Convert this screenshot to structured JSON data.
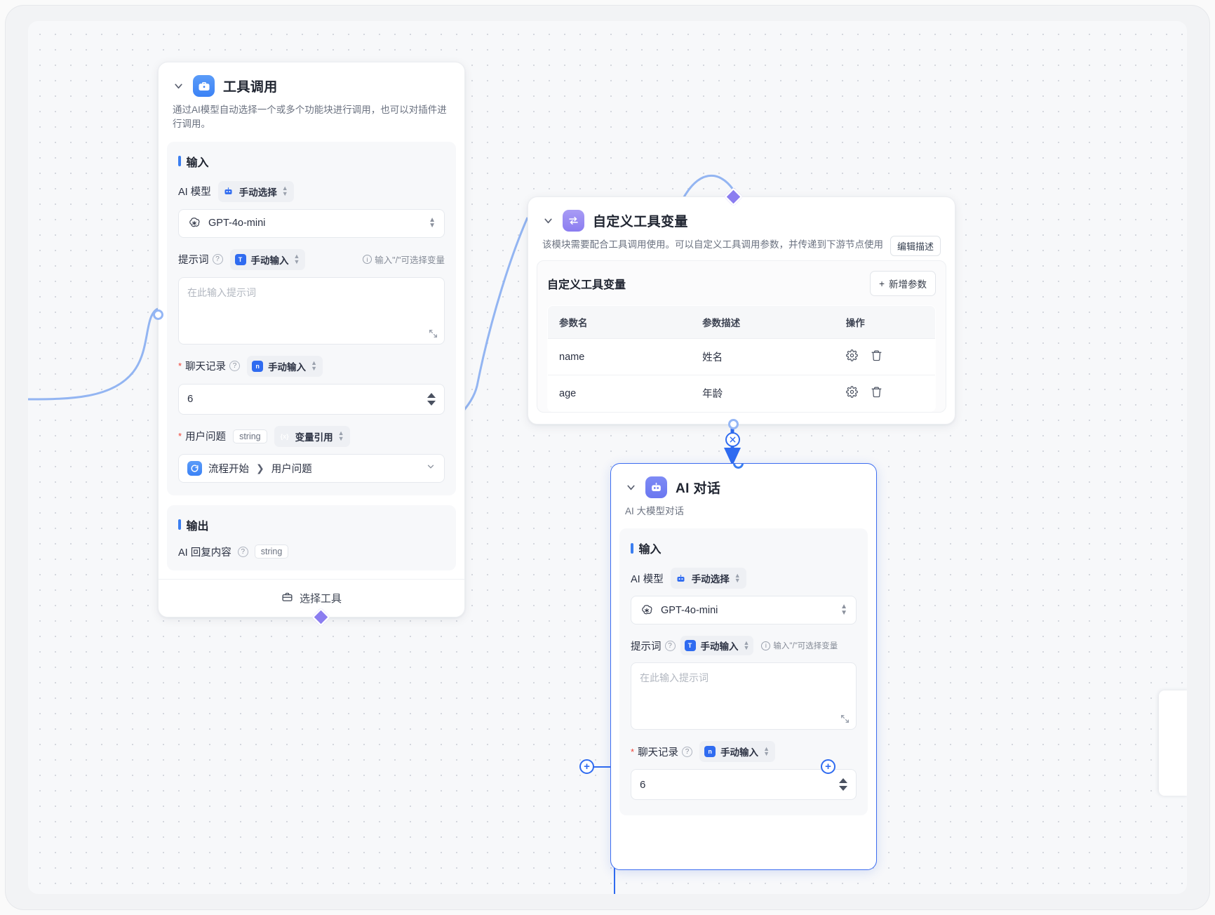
{
  "nodes": {
    "tool_call": {
      "title": "工具调用",
      "description": "通过AI模型自动选择一个或多个功能块进行调用，也可以对插件进行调用。",
      "input_section": "输入",
      "output_section": "输出",
      "model_label": "AI 模型",
      "model_mode": "手动选择",
      "model_value": "GPT-4o-mini",
      "prompt_label": "提示词",
      "prompt_mode": "手动输入",
      "prompt_hint": "输入\"/\"可选择变量",
      "prompt_placeholder": "在此输入提示词",
      "history_label": "聊天记录",
      "history_mode": "手动输入",
      "history_value": "6",
      "question_label": "用户问题",
      "question_type": "string",
      "question_mode": "变量引用",
      "question_ref_source": "流程开始",
      "question_ref_field": "用户问题",
      "output_name": "AI 回复内容",
      "output_type": "string",
      "footer_button": "选择工具"
    },
    "custom_tool_var": {
      "title": "自定义工具变量",
      "description": "该模块需要配合工具调用使用。可以自定义工具调用参数，并传递到下游节点使用",
      "edit_desc_button": "编辑描述",
      "card_title": "自定义工具变量",
      "add_param_button": "新增参数",
      "add_param_plus": "+",
      "table": {
        "headers": [
          "参数名",
          "参数描述",
          "操作"
        ],
        "rows": [
          {
            "name": "name",
            "desc": "姓名"
          },
          {
            "name": "age",
            "desc": "年龄"
          }
        ]
      }
    },
    "ai_chat": {
      "title": "AI 对话",
      "description": "AI 大模型对话",
      "input_section": "输入",
      "model_label": "AI 模型",
      "model_mode": "手动选择",
      "model_value": "GPT-4o-mini",
      "prompt_label": "提示词",
      "prompt_mode": "手动输入",
      "prompt_hint": "输入\"/\"可选择变量",
      "prompt_placeholder": "在此输入提示词",
      "history_label": "聊天记录",
      "history_mode": "手动输入",
      "history_value": "6"
    }
  },
  "icons": {
    "chevron_down": "chevron-down-icon",
    "toolbox": "toolbox-icon",
    "variable_swap": "variable-swap-icon",
    "robot": "robot-icon",
    "gear": "gear-icon",
    "trash": "trash-icon",
    "plus": "+",
    "close": "✕"
  },
  "colors": {
    "accent_blue": "#3b7ef0",
    "accent_purple": "#8b7df0",
    "required_red": "#f04438",
    "edge_blue": "#93b5f2",
    "canvas_bg": "#f7f8fa"
  }
}
